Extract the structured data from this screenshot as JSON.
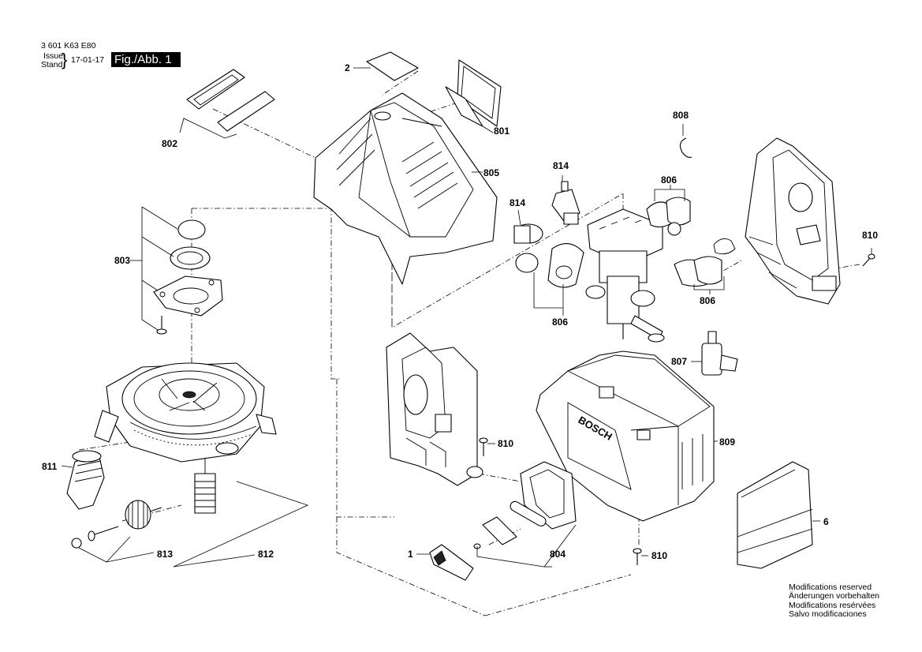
{
  "header": {
    "part_number": "3 601 K63 E80",
    "issue_label": "Issue",
    "stand_label": "Stand",
    "issue_date": "17-01-17",
    "figure_label": "Fig./Abb. 1"
  },
  "notes": [
    "Modifications reserved",
    "Änderungen vorbehalten",
    "Modifications resérvées",
    "Salvo modificaciones"
  ],
  "parts": {
    "p1": "1",
    "p2": "2",
    "p6": "6",
    "p801": "801",
    "p802": "802",
    "p803": "803",
    "p804": "804",
    "p805": "805",
    "p806a": "806",
    "p806b": "806",
    "p806c": "806",
    "p807": "807",
    "p808": "808",
    "p809": "809",
    "p810a": "810",
    "p810b": "810",
    "p810c": "810",
    "p811": "811",
    "p812": "812",
    "p813": "813",
    "p814a": "814",
    "p814b": "814"
  },
  "brand_marking": "BOSCH"
}
